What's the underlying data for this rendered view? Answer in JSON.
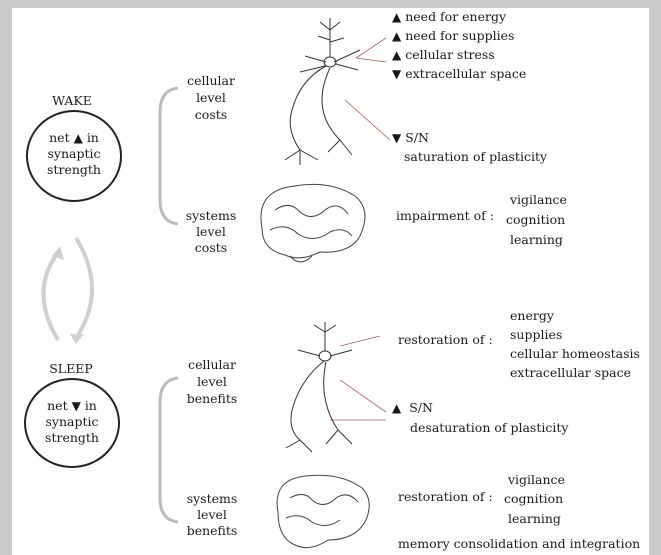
{
  "wake": {
    "label": "WAKE",
    "line1_pre": "net",
    "line1_post": "in",
    "line2": "synaptic",
    "line3": "strength",
    "cellular_costs": [
      "cellular",
      "level",
      "costs"
    ],
    "systems_costs": [
      "systems",
      "level",
      "costs"
    ],
    "neuron_items": [
      {
        "dir": "up",
        "text": "need for energy"
      },
      {
        "dir": "up",
        "text": "need for supplies"
      },
      {
        "dir": "up",
        "text": "cellular stress"
      },
      {
        "dir": "down",
        "text": "extracellular space"
      }
    ],
    "sn_dir": "down",
    "sn_label": "S/N",
    "sn_detail": "saturation of plasticity",
    "impairment_label": "impairment of :",
    "impairment_items": [
      "vigilance",
      "cognition",
      "learning"
    ]
  },
  "sleep": {
    "label": "SLEEP",
    "line1_pre": "net",
    "line1_post": "in",
    "line2": "synaptic",
    "line3": "strength",
    "cellular_benefits": [
      "cellular",
      "level",
      "benefits"
    ],
    "systems_benefits": [
      "systems",
      "level",
      "benefits"
    ],
    "restoration_label_1": "restoration of :",
    "restoration_items_1": [
      "energy",
      "supplies",
      "cellular homeostasis",
      "extracellular space"
    ],
    "sn_dir": "up",
    "sn_label": "S/N",
    "sn_detail": "desaturation of plasticity",
    "restoration_label_2": "restoration of :",
    "restoration_items_2": [
      "vigilance",
      "cognition",
      "learning"
    ],
    "memory": "memory consolidation and integration"
  },
  "icons": {
    "up": "▲",
    "down": "▼"
  }
}
